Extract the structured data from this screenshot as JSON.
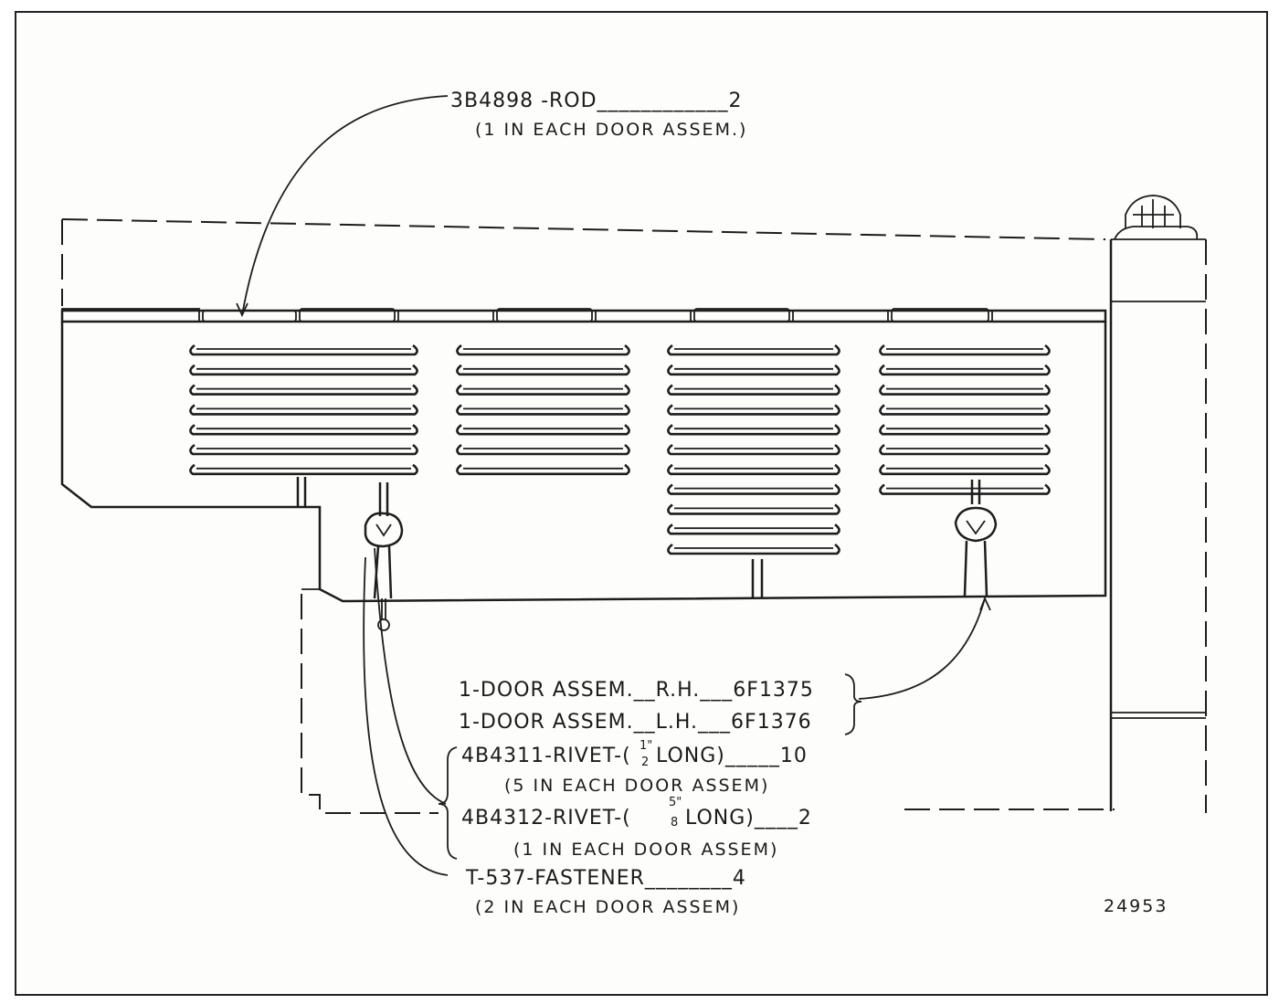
{
  "figure_number": "24953",
  "callouts": {
    "rod": {
      "line1": "3B4898 -ROD____________2",
      "line2": "(1 IN EACH DOOR ASSEM.)"
    },
    "door_rh": "1-DOOR ASSEM.__R.H.___6F1375",
    "door_lh": "1-DOOR ASSEM.__L.H.___6F1376",
    "rivet_half": {
      "part": "4B4311-RIVET-(",
      "frac_num": "1\"",
      "frac_den": "2",
      "part_end": "LONG)_____10",
      "note": "(5 IN EACH DOOR ASSEM)"
    },
    "rivet_five_eighths": {
      "part": "4B4312-RIVET-(",
      "frac_num": "5\"",
      "frac_den": "8",
      "part_end": "LONG)____2",
      "note": "(1 IN EACH DOOR ASSEM)"
    },
    "fastener": {
      "line1": "T-537-FASTENER________4",
      "line2": "(2 IN EACH DOOR ASSEM)"
    }
  }
}
